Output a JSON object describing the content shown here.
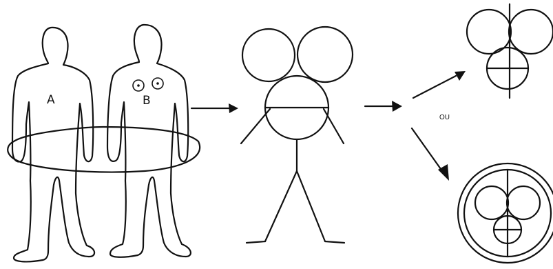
{
  "labels": {
    "figure_a": "A",
    "figure_b": "B",
    "or": "OU"
  },
  "colors": {
    "ink": "#111111",
    "background": "#ffffff"
  }
}
